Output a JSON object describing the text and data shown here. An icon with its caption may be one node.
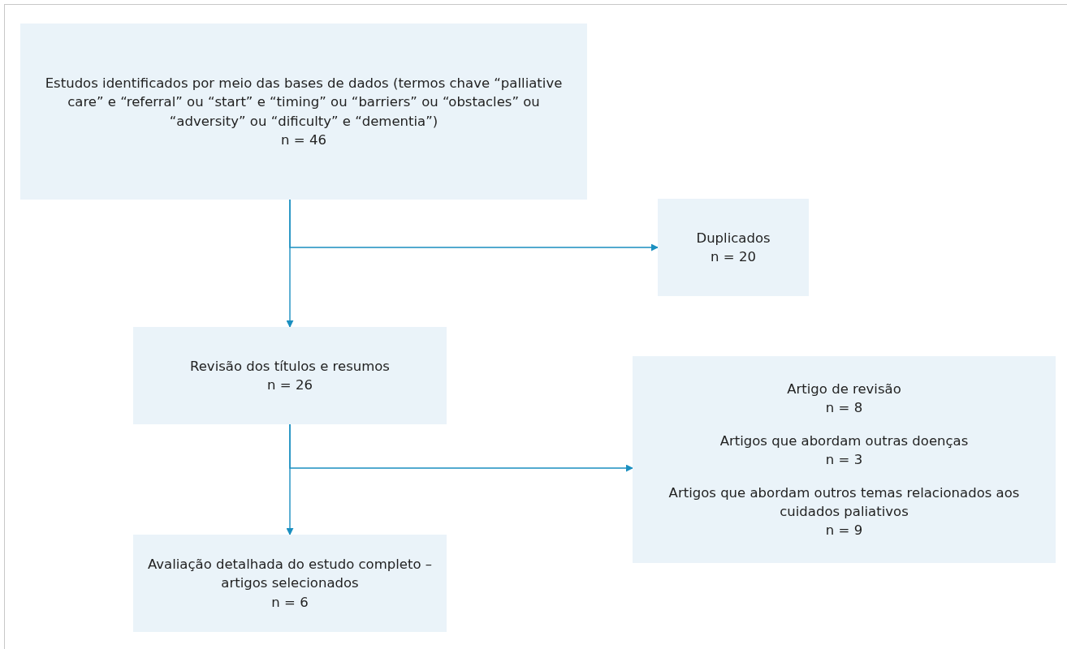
{
  "diagram": {
    "nodes": [
      {
        "text": [
          "Estudos identificados por meio das bases de dados (termos chave “palliative care” e “referral” ou “start” e “timing” ou “barriers” ou “obstacles” ou “adversity” ou “dificulty” e “dementia”)",
          "n = 46"
        ]
      },
      {
        "text": [
          "Duplicados",
          "n = 20"
        ]
      },
      {
        "text": [
          "Revisão dos títulos e resumos",
          "n = 26"
        ]
      },
      {
        "text": [
          "Artigo de revisão",
          "n = 8",
          "Artigos que abordam outras doenças",
          "n = 3",
          "Artigos que abordam outros temas relacionados aos cuidados paliativos",
          "n = 9"
        ]
      },
      {
        "text": [
          "Avaliação detalhada do estudo completo – artigos selecionados",
          "n = 6"
        ]
      }
    ],
    "edges": [
      {
        "from": 0,
        "to": 2,
        "arrow": "to"
      },
      {
        "from": 0,
        "to": 1,
        "arrow": "to"
      },
      {
        "from": 2,
        "to": 4,
        "arrow": "to"
      },
      {
        "from": 2,
        "to": 3,
        "arrow": "to"
      }
    ]
  }
}
